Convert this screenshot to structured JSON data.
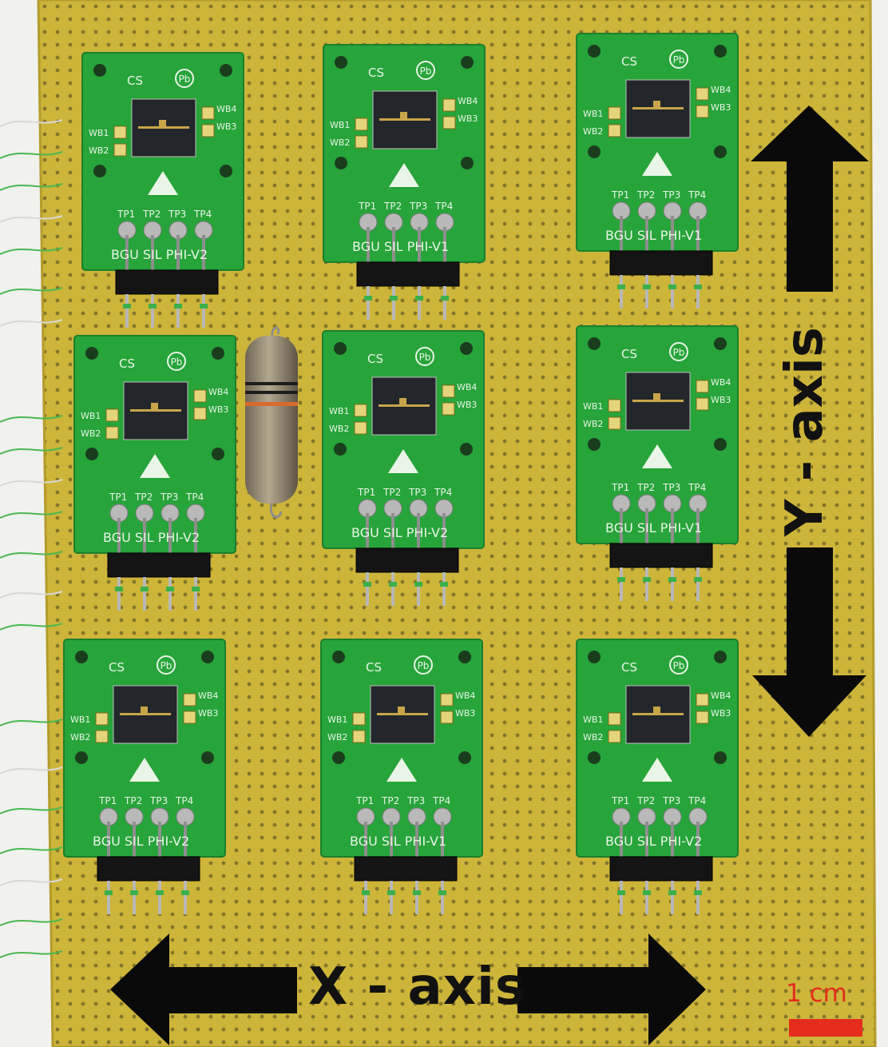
{
  "image": {
    "x_axis_label": "X - axis",
    "y_axis_label": "Y - axis",
    "scale_bar_label": "1 cm",
    "board_text": {
      "cs": "CS",
      "pb": "Pb",
      "wb1": "WB1",
      "wb2": "WB2",
      "wb3": "WB3",
      "wb4": "WB4",
      "tp1": "TP1",
      "tp2": "TP2",
      "tp3": "TP3",
      "tp4": "TP4"
    },
    "boards": [
      {
        "id": "r1c1",
        "footer": "BGU SIL PHI-V2"
      },
      {
        "id": "r1c2",
        "footer": "BGU SIL PHI-V1"
      },
      {
        "id": "r1c3",
        "footer": "BGU SIL PHI-V1"
      },
      {
        "id": "r2c1",
        "footer": "BGU SIL PHI-V2"
      },
      {
        "id": "r2c2",
        "footer": "BGU SIL PHI-V2"
      },
      {
        "id": "r2c3",
        "footer": "BGU SIL PHI-V1"
      },
      {
        "id": "r3c1",
        "footer": "BGU SIL PHI-V2"
      },
      {
        "id": "r3c2",
        "footer": "BGU SIL PHI-V1"
      },
      {
        "id": "r3c3",
        "footer": "BGU SIL PHI-V2"
      }
    ],
    "colors": {
      "perfboard": "#cdb53a",
      "pcb_green": "#27a43a",
      "arrow": "#0a0a0a",
      "scale_bar": "#e52c1d"
    }
  }
}
